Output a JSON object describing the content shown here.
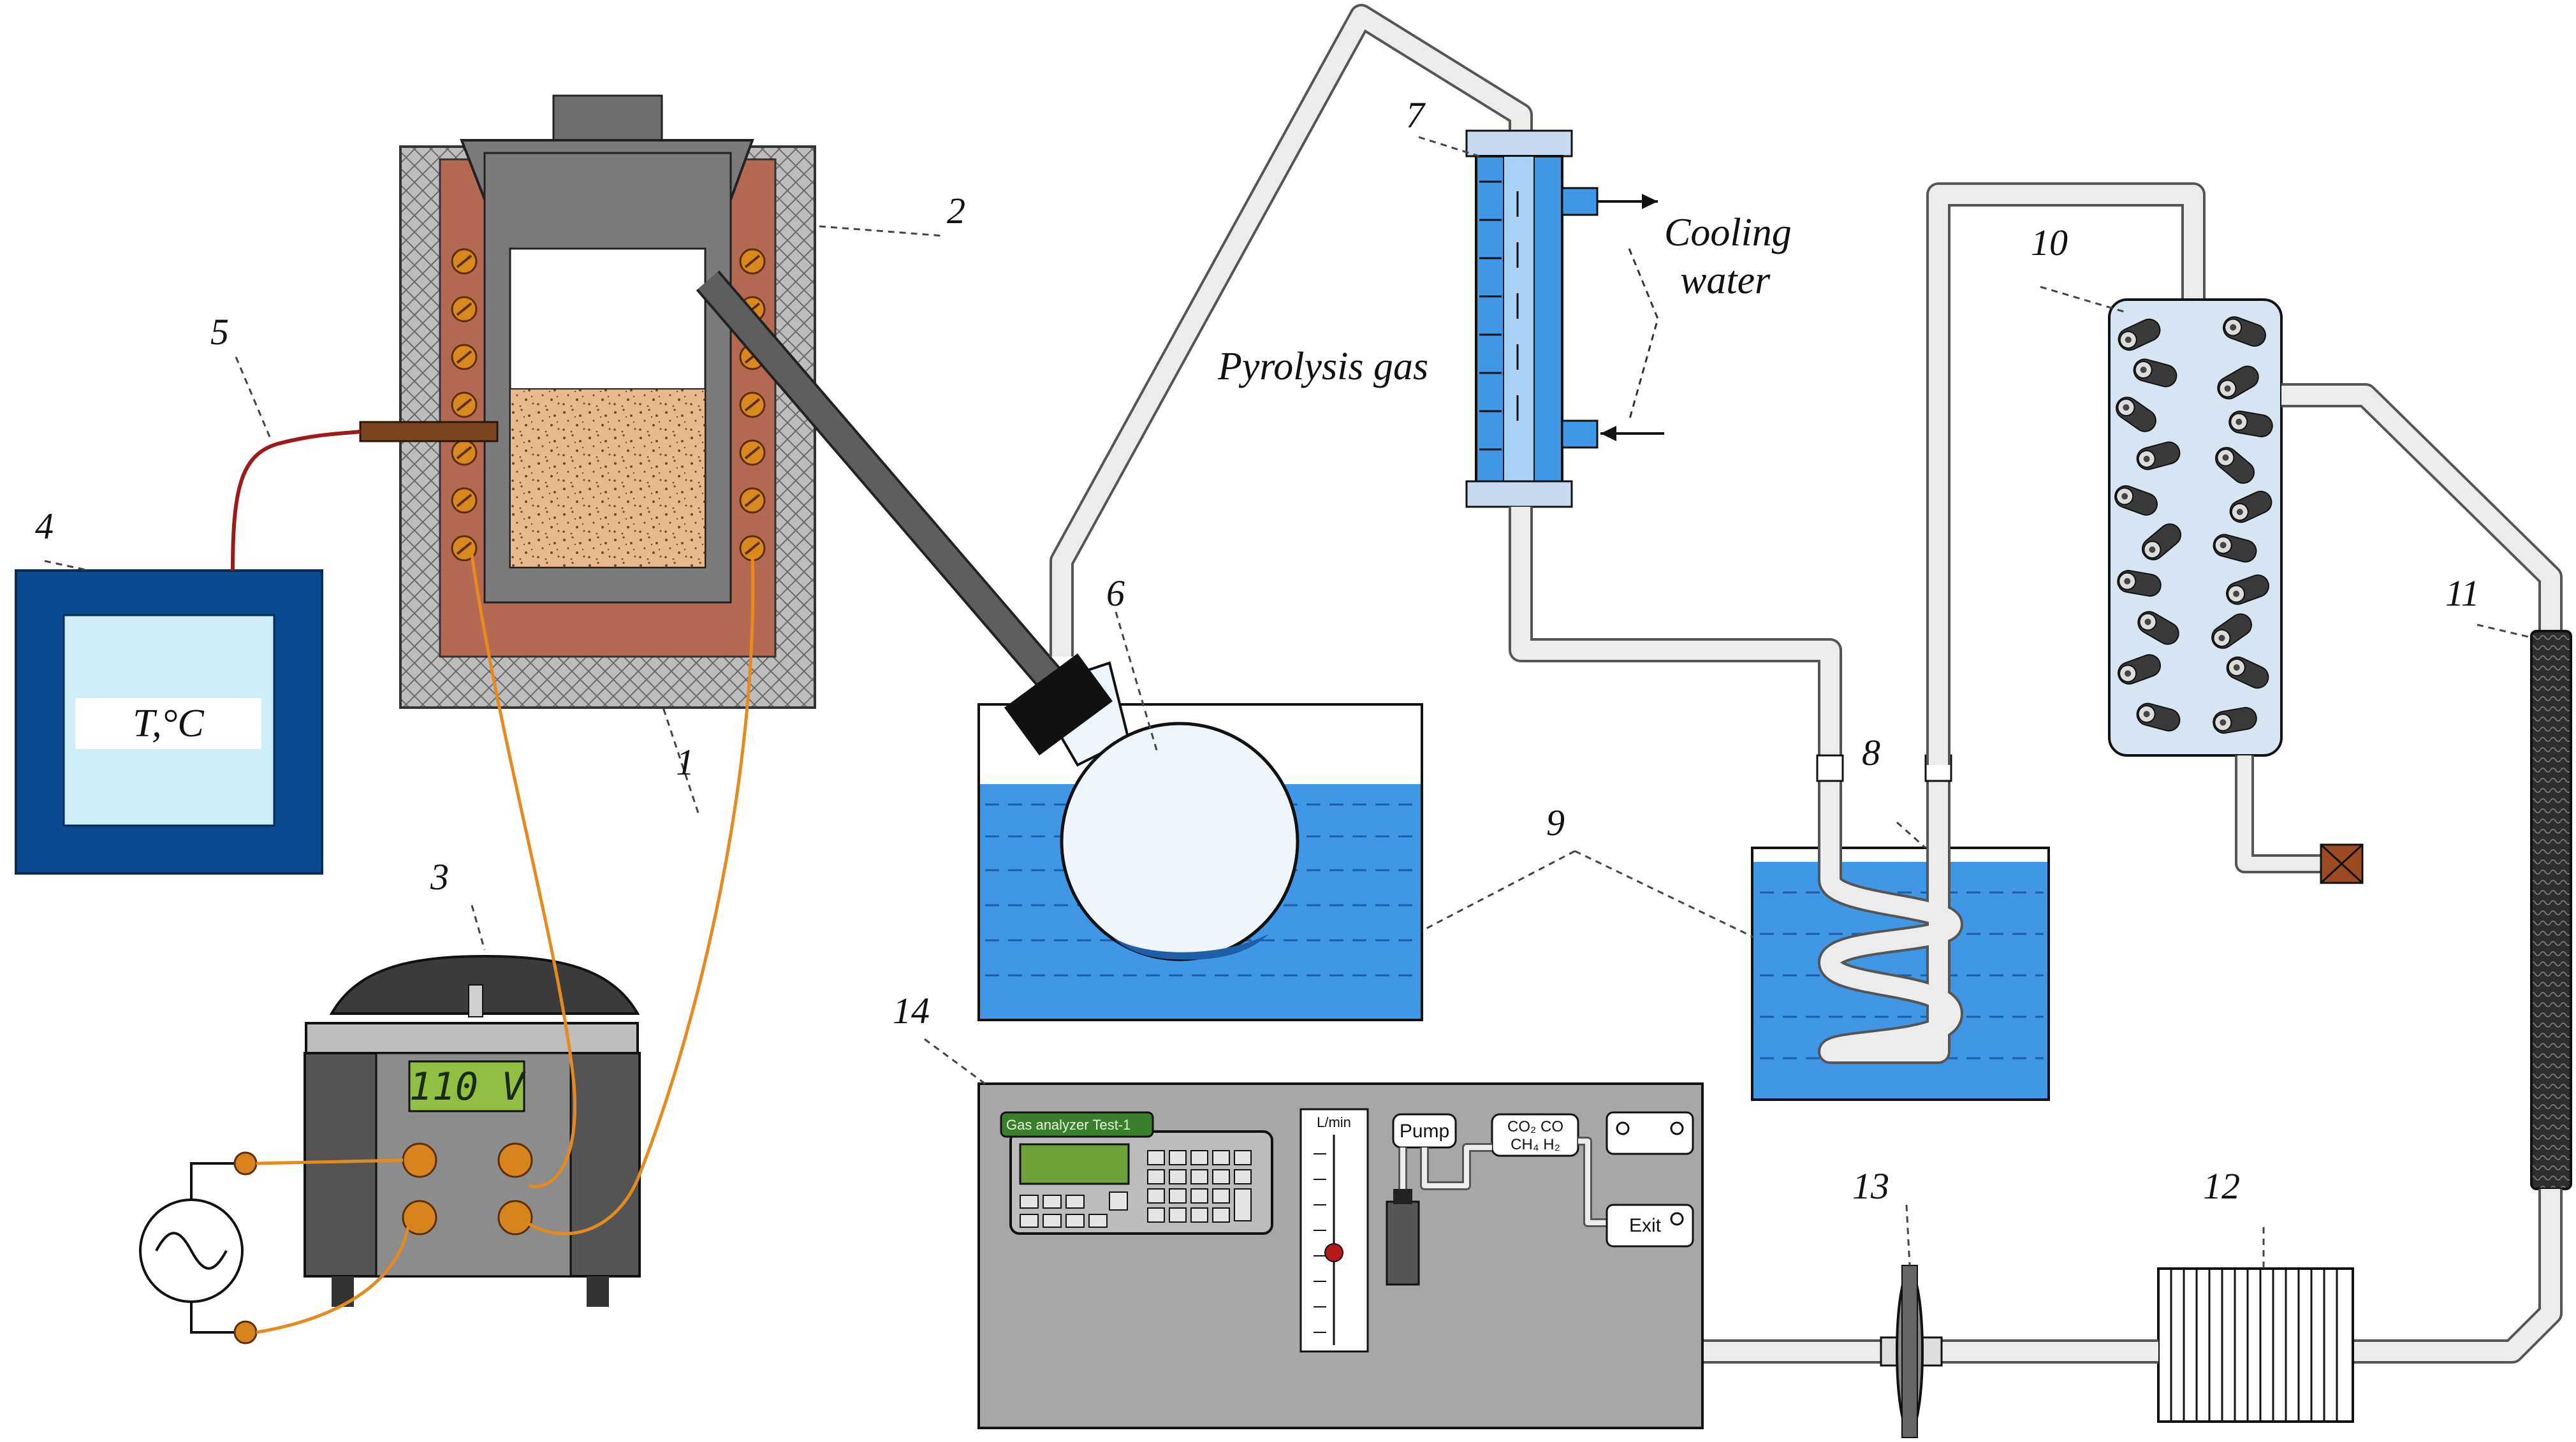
{
  "labels": {
    "n1": "1",
    "n2": "2",
    "n3": "3",
    "n4": "4",
    "n5": "5",
    "n6": "6",
    "n7": "7",
    "n8": "8",
    "n9": "9",
    "n10": "10",
    "n11": "11",
    "n12": "12",
    "n13": "13",
    "n14": "14"
  },
  "text": {
    "cooling_line1": "Cooling",
    "cooling_line2": "water",
    "pyrolysis_gas": "Pyrolysis gas",
    "temperature_display": "T,°C",
    "voltage_display": "110 V"
  },
  "analyzer": {
    "tab_label": "Gas analyzer  Test-1",
    "flow_unit": "L/min",
    "pump": "Pump",
    "gases_line1": "CO₂ CO",
    "gases_line2": "CH₄ H₂",
    "exit": "Exit"
  },
  "colors": {
    "water": "#3f97e6",
    "water_light": "#a8d3f6",
    "insulation": "#b9b9b9",
    "refractory": "#b46a52",
    "coil": "#d2841a",
    "wire": "#e58a1e",
    "reactor_steel": "#7b7b7b",
    "sample": "#e8b98a",
    "monitor_frame": "#0b4a90",
    "monitor_screen": "#cfeef8",
    "panel": "#a7a7a7",
    "tube": "#e8e8e8",
    "heater_dark": "#545454",
    "lcd": "#92be44",
    "valve": "#9b4a22",
    "filter": "#2c2c2c"
  }
}
